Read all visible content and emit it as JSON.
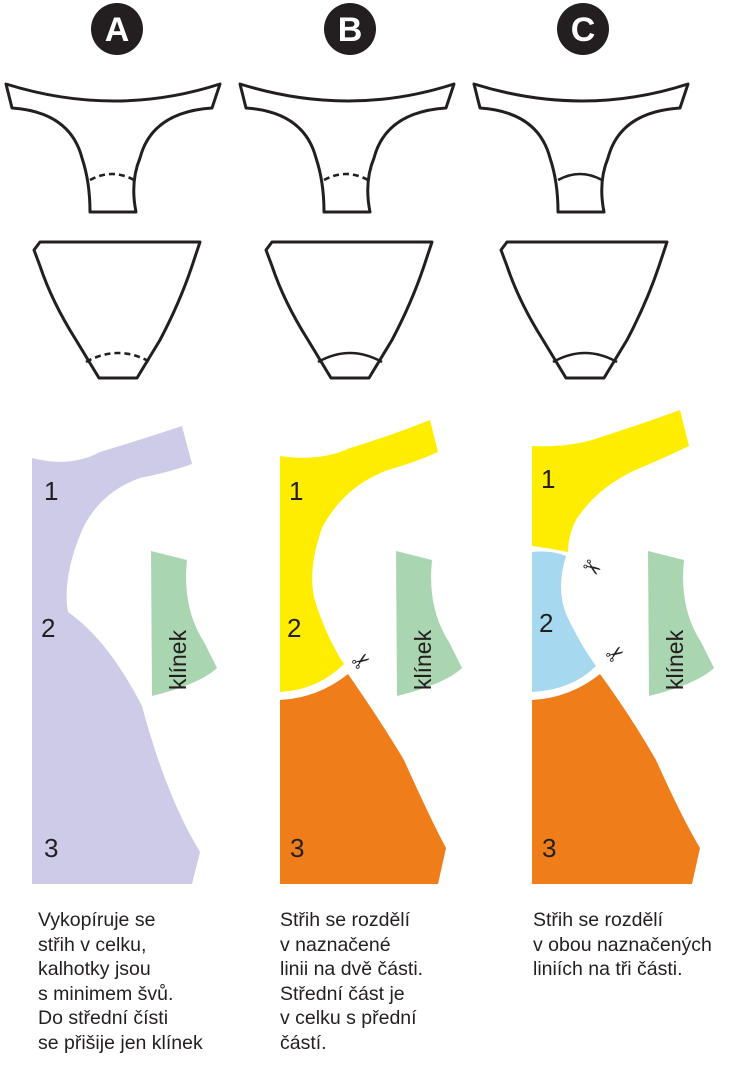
{
  "columns": [
    {
      "badge": "A",
      "pieces": {
        "top": "1",
        "mid": "2",
        "bottom": "3"
      },
      "gusset_label": "klínek",
      "caption": [
        "Vykopíruje se",
        "střih v celku,",
        "kalhotky jsou",
        "s minimem švů.",
        "Do střední čísti",
        "se přišije jen klínek"
      ],
      "colors": {
        "main": "#cdcbe7"
      }
    },
    {
      "badge": "B",
      "pieces": {
        "top": "1",
        "mid": "2",
        "bottom": "3"
      },
      "gusset_label": "klínek",
      "caption": [
        "Střih se rozdělí",
        "v naznačené",
        "linii na dvě části.",
        "Střední část je",
        "v celku s přední",
        "částí."
      ],
      "colors": {
        "front": "#ffed00",
        "back": "#ef7d1a"
      }
    },
    {
      "badge": "C",
      "pieces": {
        "top": "1",
        "mid": "2",
        "bottom": "3"
      },
      "gusset_label": "klínek",
      "caption": [
        "Střih se rozdělí",
        "v obou naznačených",
        "liniích na tři části."
      ],
      "colors": {
        "front": "#ffed00",
        "middle": "#a6d8f0",
        "back": "#ef7d1a"
      }
    }
  ],
  "colors": {
    "gusset": "#a9d5b1",
    "line": "#231f20",
    "badge": "#231f20"
  }
}
